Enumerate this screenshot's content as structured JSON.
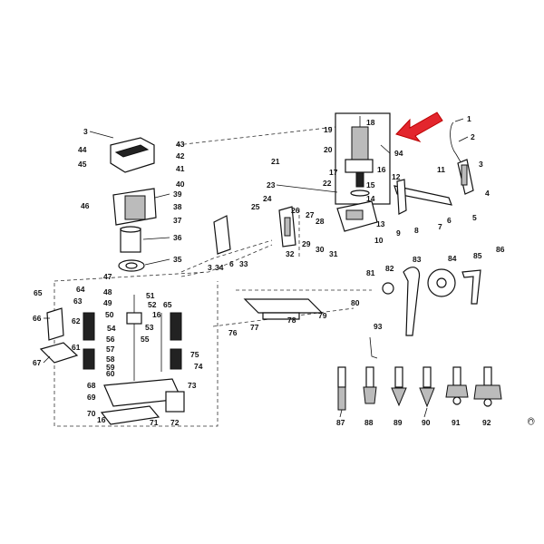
{
  "diagram": {
    "callouts": [
      {
        "id": "c1",
        "text": "1"
      },
      {
        "id": "c2",
        "text": "2"
      },
      {
        "id": "c3",
        "text": "3"
      },
      {
        "id": "c4",
        "text": "4"
      },
      {
        "id": "c5",
        "text": "5"
      },
      {
        "id": "c6",
        "text": "6"
      },
      {
        "id": "c7",
        "text": "7"
      },
      {
        "id": "c8",
        "text": "8"
      },
      {
        "id": "c9",
        "text": "9"
      },
      {
        "id": "c10",
        "text": "10"
      },
      {
        "id": "c11",
        "text": "11"
      },
      {
        "id": "c12",
        "text": "12"
      },
      {
        "id": "c13",
        "text": "13"
      },
      {
        "id": "c14",
        "text": "14"
      },
      {
        "id": "c15",
        "text": "15"
      },
      {
        "id": "c16",
        "text": "16"
      },
      {
        "id": "c17",
        "text": "17"
      },
      {
        "id": "c18",
        "text": "18"
      },
      {
        "id": "c19",
        "text": "19"
      },
      {
        "id": "c20",
        "text": "20"
      },
      {
        "id": "c21",
        "text": "21"
      },
      {
        "id": "c22",
        "text": "22"
      },
      {
        "id": "c23",
        "text": "23"
      },
      {
        "id": "c24",
        "text": "24"
      },
      {
        "id": "c25",
        "text": "25"
      },
      {
        "id": "c26",
        "text": "26"
      },
      {
        "id": "c27",
        "text": "27"
      },
      {
        "id": "c28",
        "text": "28"
      },
      {
        "id": "c29",
        "text": "29"
      },
      {
        "id": "c30",
        "text": "30"
      },
      {
        "id": "c31",
        "text": "31"
      },
      {
        "id": "c32",
        "text": "32"
      },
      {
        "id": "c33",
        "text": "33"
      },
      {
        "id": "c34",
        "text": "34"
      },
      {
        "id": "c35",
        "text": "35"
      },
      {
        "id": "c36",
        "text": "36"
      },
      {
        "id": "c37",
        "text": "37"
      },
      {
        "id": "c38",
        "text": "38"
      },
      {
        "id": "c39",
        "text": "39"
      },
      {
        "id": "c40",
        "text": "40"
      },
      {
        "id": "c41",
        "text": "41"
      },
      {
        "id": "c42",
        "text": "42"
      },
      {
        "id": "c43",
        "text": "43"
      },
      {
        "id": "c44",
        "text": "44"
      },
      {
        "id": "c45",
        "text": "45"
      },
      {
        "id": "c46",
        "text": "46"
      },
      {
        "id": "c47",
        "text": "47"
      },
      {
        "id": "c48",
        "text": "48"
      },
      {
        "id": "c49",
        "text": "49"
      },
      {
        "id": "c50",
        "text": "50"
      },
      {
        "id": "c51",
        "text": "51"
      },
      {
        "id": "c52",
        "text": "52"
      },
      {
        "id": "c53",
        "text": "53"
      },
      {
        "id": "c54",
        "text": "54"
      },
      {
        "id": "c55",
        "text": "55"
      },
      {
        "id": "c56",
        "text": "56"
      },
      {
        "id": "c57",
        "text": "57"
      },
      {
        "id": "c58",
        "text": "58"
      },
      {
        "id": "c59",
        "text": "59"
      },
      {
        "id": "c60",
        "text": "60"
      },
      {
        "id": "c61",
        "text": "61"
      },
      {
        "id": "c62",
        "text": "62"
      },
      {
        "id": "c63",
        "text": "63"
      },
      {
        "id": "c64",
        "text": "64"
      },
      {
        "id": "c65",
        "text": "65"
      },
      {
        "id": "c66",
        "text": "66"
      },
      {
        "id": "c67",
        "text": "67"
      },
      {
        "id": "c68",
        "text": "68"
      },
      {
        "id": "c69",
        "text": "69"
      },
      {
        "id": "c70",
        "text": "70"
      },
      {
        "id": "c71",
        "text": "71"
      },
      {
        "id": "c72",
        "text": "72"
      },
      {
        "id": "c73",
        "text": "73"
      },
      {
        "id": "c74",
        "text": "74"
      },
      {
        "id": "c75",
        "text": "75"
      },
      {
        "id": "c76",
        "text": "76"
      },
      {
        "id": "c77",
        "text": "77"
      },
      {
        "id": "c78",
        "text": "78"
      },
      {
        "id": "c79",
        "text": "79"
      },
      {
        "id": "c80",
        "text": "80"
      },
      {
        "id": "c81",
        "text": "81"
      },
      {
        "id": "c82",
        "text": "82"
      },
      {
        "id": "c83",
        "text": "83"
      },
      {
        "id": "c84",
        "text": "84"
      },
      {
        "id": "c85",
        "text": "85"
      },
      {
        "id": "c86",
        "text": "86"
      },
      {
        "id": "c87",
        "text": "87"
      },
      {
        "id": "c88",
        "text": "88"
      },
      {
        "id": "c89",
        "text": "89"
      },
      {
        "id": "c90",
        "text": "90"
      },
      {
        "id": "c91",
        "text": "91"
      },
      {
        "id": "c92",
        "text": "92"
      },
      {
        "id": "c93",
        "text": "93"
      },
      {
        "id": "c94",
        "text": "94"
      }
    ],
    "extra_callouts": {
      "c3b": "3",
      "c16b": "16",
      "c16c": "16",
      "c65b": "65",
      "c6b": "6",
      "c3c": "3"
    },
    "highlight_color": "#e3262d",
    "copyright_mark": "©"
  }
}
